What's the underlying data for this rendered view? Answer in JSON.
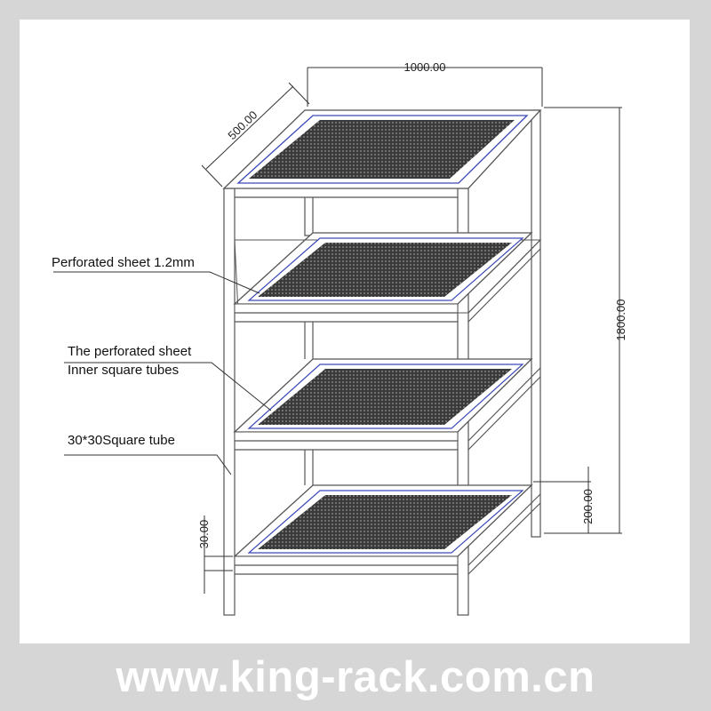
{
  "dimensions": {
    "width": "1000.00",
    "depth": "500.00",
    "height": "1800.00",
    "bottom_shelf_height": "200.00",
    "foot_height": "30.00"
  },
  "labels": {
    "perforated_sheet": "Perforated sheet 1.2mm",
    "inner_tubes_line1": "The perforated sheet",
    "inner_tubes_line2": "Inner square tubes",
    "square_tube": "30*30Square tube"
  },
  "footer": {
    "website": "www.king-rack.com.cn"
  },
  "colors": {
    "background": "#d6d6d6",
    "panel": "#ffffff",
    "frame_line": "#555555",
    "sheet_border": "#3a4ab8",
    "mesh": "#3c3c3c",
    "footer_text": "#ffffff"
  }
}
